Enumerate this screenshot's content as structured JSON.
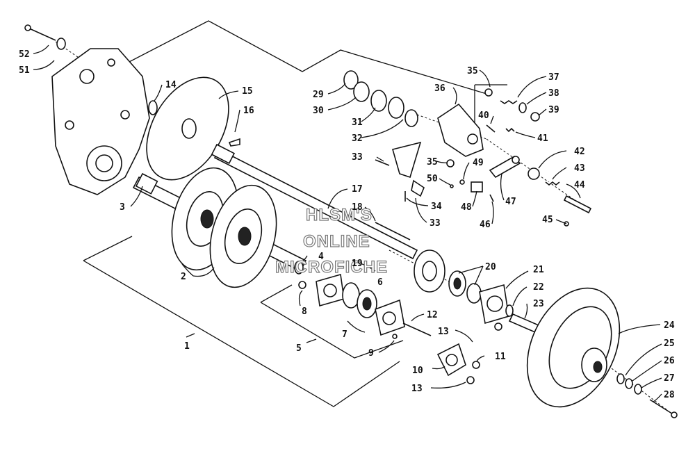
{
  "watermark": [
    "HLSM'S",
    "ONLINE",
    "MICROFICHE"
  ],
  "callouts": [
    "52",
    "51",
    "14",
    "15",
    "16",
    "3",
    "2",
    "1",
    "17",
    "18",
    "19",
    "4",
    "8",
    "6",
    "7",
    "5",
    "9",
    "12",
    "13",
    "10",
    "11",
    "13",
    "20",
    "21",
    "22",
    "23",
    "24",
    "25",
    "26",
    "27",
    "28",
    "29",
    "30",
    "31",
    "32",
    "33",
    "33",
    "34",
    "35",
    "35",
    "36",
    "37",
    "38",
    "39",
    "40",
    "41",
    "42",
    "43",
    "44",
    "45",
    "46",
    "47",
    "48",
    "49",
    "50"
  ]
}
